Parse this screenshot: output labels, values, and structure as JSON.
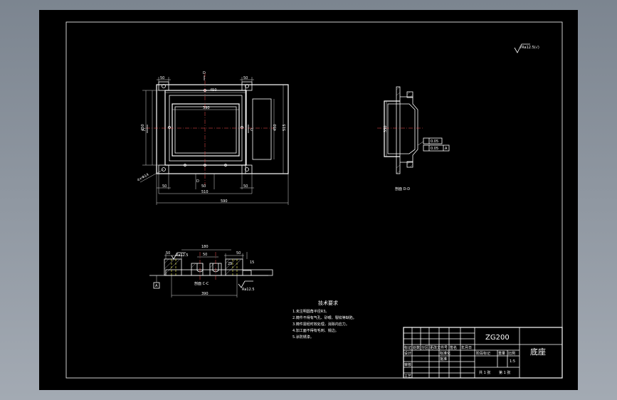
{
  "drawing": {
    "roughness_note": "√Ra12.5(√)",
    "plan_view": {
      "section_mark_top": "D",
      "section_mark_bottom": "D",
      "dim_top_left": "50",
      "dim_top_right": "50",
      "dim_overall_inner_top": "450",
      "dim_opening_width": "390",
      "dim_left_height": "450",
      "dim_right_inner_height": "450",
      "dim_right_outer_height": "515",
      "dim_bottom_left": "50",
      "dim_bottom_center": "50",
      "dim_bottom_right": "50",
      "dim_width_inner": "510",
      "dim_width_outer": "590",
      "hole_callout": "4×Φ14",
      "section_mark_left": "C",
      "section_mark_right": "C"
    },
    "side_section": {
      "dim_height": "330",
      "tolerance_1": "0.05",
      "tolerance_2": "0.05",
      "tolerance_ref": "A",
      "caption": "剖面 D-D"
    },
    "front_section": {
      "dim_180": "180",
      "dim_50_top_left": "50",
      "dim_50_mid": "50",
      "dim_50_top_right": "50",
      "dim_25": "25",
      "dim_15": "15",
      "roughness_left": "Ra12.5",
      "roughness_right": "Ra12.5",
      "datum": "A",
      "caption": "剖面 C-C",
      "dim_overall": "390"
    },
    "technical_requirements": {
      "title": "技术要求",
      "items": [
        "1.未注明圆角半径R3。",
        "2.铸件不得有气孔、砂眼、裂纹等缺陷。",
        "3.铸件需经时效处理，消除内应力。",
        "4.加工面不得有毛刺、锐边。",
        "5.涂防锈漆。"
      ]
    }
  },
  "title_block": {
    "code": "ZG200",
    "part_name": "底座",
    "header_cells": [
      "标记",
      "处数",
      "分区",
      "更改文件号",
      "签名",
      "年月日"
    ],
    "roles": [
      "设计",
      "审核",
      "工艺"
    ],
    "std_label": "标准化",
    "approve_label": "批准",
    "stage_label": "阶段标记",
    "weight_label": "重量",
    "scale_label": "比例",
    "scale_value": "1:5",
    "sheets_total": "共 1 张",
    "sheet_no": "第 1 张"
  }
}
